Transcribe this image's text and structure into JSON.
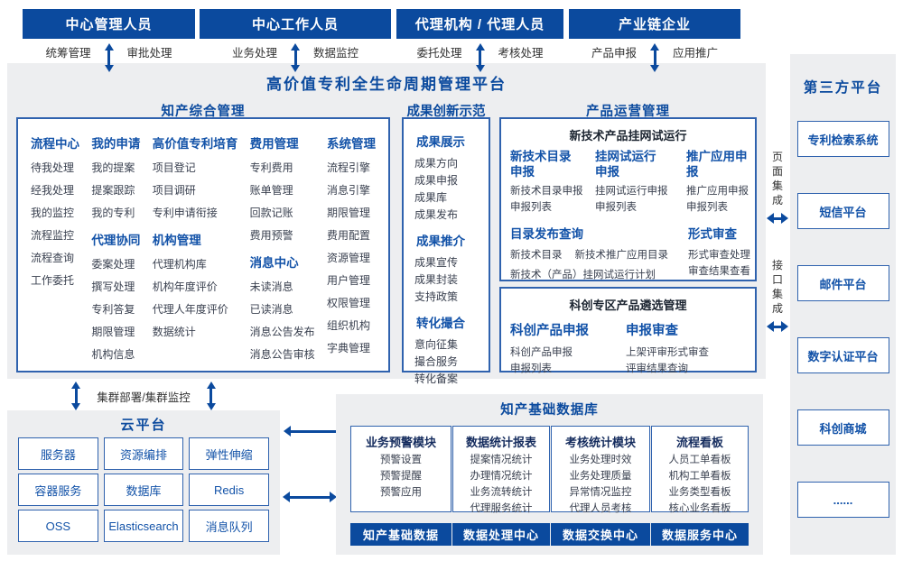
{
  "colors": {
    "primary": "#0b4a9e",
    "header_text": "#1252a8",
    "item_text": "#3a4150",
    "panel_bg": "#edeef0"
  },
  "actors": [
    {
      "title": "中心管理人员",
      "left_label": "统筹管理",
      "right_label": "审批处理"
    },
    {
      "title": "中心工作人员",
      "left_label": "业务处理",
      "right_label": "数据监控"
    },
    {
      "title": "代理机构 / 代理人员",
      "left_label": "委托处理",
      "right_label": "考核处理"
    },
    {
      "title": "产业链企业",
      "left_label": "产品申报",
      "right_label": "应用推广"
    }
  ],
  "platform": {
    "title": "高价值专利全生命周期管理平台",
    "ip_mgmt": {
      "title": "知产综合管理",
      "columns": [
        {
          "groups": [
            {
              "header": "流程中心",
              "items": [
                "待我处理",
                "经我处理",
                "我的监控",
                "流程监控",
                "流程查询",
                "工作委托"
              ]
            }
          ]
        },
        {
          "groups": [
            {
              "header": "我的申请",
              "items": [
                "我的提案",
                "提案跟踪",
                "我的专利"
              ]
            },
            {
              "header": "代理协同",
              "items": [
                "委案处理",
                "撰写处理",
                "专利答复",
                "期限管理",
                "机构信息"
              ]
            }
          ]
        },
        {
          "groups": [
            {
              "header": "高价值专利培育",
              "items": [
                "项目登记",
                "项目调研",
                "专利申请衔接"
              ]
            },
            {
              "header": "机构管理",
              "items": [
                "代理机构库",
                "机构年度评价",
                "代理人年度评价",
                "数据统计"
              ]
            }
          ]
        },
        {
          "groups": [
            {
              "header": "费用管理",
              "items": [
                "专利费用",
                "账单管理",
                "回款记账",
                "费用预警"
              ]
            },
            {
              "header": "消息中心",
              "items": [
                "未读消息",
                "已读消息",
                "消息公告发布",
                "消息公告审核"
              ]
            }
          ]
        },
        {
          "groups": [
            {
              "header": "系统管理",
              "items": [
                "流程引擎",
                "消息引擎",
                "期限管理",
                "费用配置",
                "资源管理",
                "用户管理",
                "权限管理",
                "组织机构",
                "字典管理"
              ]
            }
          ]
        }
      ]
    },
    "achievement": {
      "title": "成果创新示范",
      "groups": [
        {
          "header": "成果展示",
          "items": [
            "成果方向",
            "成果申报",
            "成果库",
            "成果发布"
          ]
        },
        {
          "header": "成果推介",
          "items": [
            "成果宣传",
            "成果封装",
            "支持政策"
          ]
        },
        {
          "header": "转化撮合",
          "items": [
            "意向征集",
            "撮合服务",
            "转化备案"
          ]
        }
      ]
    },
    "product_ops": {
      "title": "产品运营管理",
      "trial": {
        "title": "新技术产品挂网试运行",
        "columns": [
          {
            "header": "新技术目录\n申报",
            "items": [
              "新技术目录申报",
              "申报列表"
            ]
          },
          {
            "header": "挂网试运行\n申报",
            "items": [
              "挂网试运行申报",
              "申报列表"
            ]
          },
          {
            "header": "推广应用申报",
            "items": [
              "推广应用申报",
              "申报列表"
            ]
          }
        ],
        "catalog": {
          "header": "目录发布查询",
          "row1": [
            "新技术目录",
            "新技术推广应用目录"
          ],
          "row2": "新技术（产品）挂网试运行计划"
        },
        "review": {
          "header": "形式审查",
          "items": [
            "形式审查处理",
            "审查结果查看"
          ]
        }
      },
      "selection": {
        "title": "科创专区产品遴选管理",
        "columns": [
          {
            "header": "科创产品申报",
            "items": [
              "科创产品申报",
              "申报列表"
            ]
          },
          {
            "header": "申报审查",
            "items": [
              "上架评审形式审查",
              "评审结果查询"
            ]
          }
        ]
      }
    }
  },
  "integration": {
    "page": "页面集成",
    "interface": "接口集成"
  },
  "third_party": {
    "title": "第三方平台",
    "items": [
      "专利检索系统",
      "短信平台",
      "邮件平台",
      "数字认证平台",
      "科创商城",
      "......"
    ]
  },
  "cluster_label": "集群部署/集群监控",
  "cloud": {
    "title": "云平台",
    "items": [
      "服务器",
      "资源编排",
      "弹性伸缩",
      "容器服务",
      "数据库",
      "Redis",
      "OSS",
      "Elasticsearch",
      "消息队列"
    ]
  },
  "data_platform": {
    "title": "知产基础数据库",
    "modules": [
      {
        "header": "业务预警模块",
        "items": [
          "预警设置",
          "预警提醒",
          "预警应用"
        ],
        "bar": "知产基础数据"
      },
      {
        "header": "数据统计报表",
        "items": [
          "提案情况统计",
          "办理情况统计",
          "业务流转统计",
          "代理服务统计"
        ],
        "bar": "数据处理中心"
      },
      {
        "header": "考核统计模块",
        "items": [
          "业务处理时效",
          "业务处理质量",
          "异常情况监控",
          "代理人员考核"
        ],
        "bar": "数据交换中心"
      },
      {
        "header": "流程看板",
        "items": [
          "人员工单看板",
          "机构工单看板",
          "业务类型看板",
          "核心业务看板"
        ],
        "bar": "数据服务中心"
      }
    ]
  }
}
